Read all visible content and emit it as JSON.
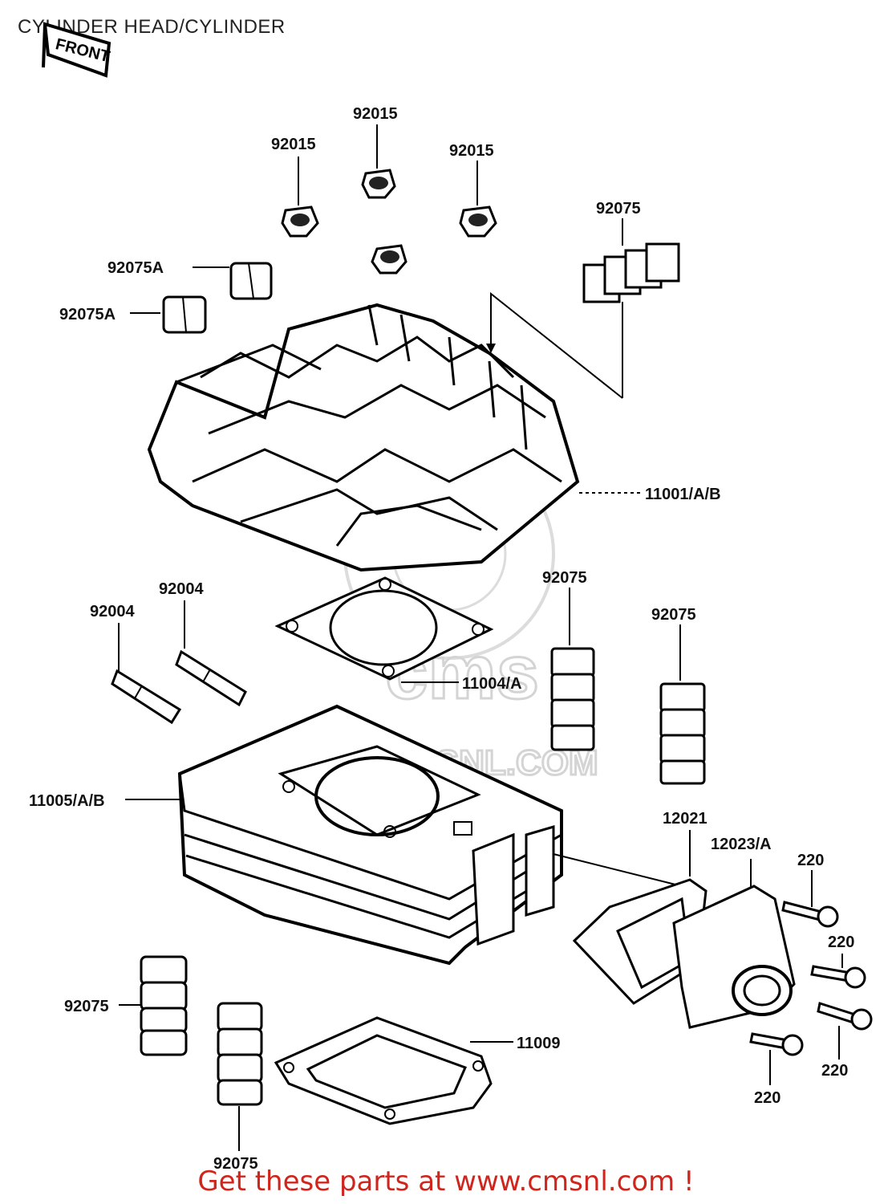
{
  "title": "CYLINDER HEAD/CYLINDER",
  "front_label": "FRONT",
  "watermark": {
    "logo": "cms",
    "url": "WWW.CMSNL.COM"
  },
  "footer": "Get these parts at www.cmsnl.com !",
  "parts": [
    {
      "id": "nut-top",
      "number": "92015"
    },
    {
      "id": "nut-left",
      "number": "92015"
    },
    {
      "id": "nut-right",
      "number": "92015"
    },
    {
      "id": "damper-right-top",
      "number": "92075"
    },
    {
      "id": "damper-a-1",
      "number": "92075A"
    },
    {
      "id": "damper-a-2",
      "number": "92075A"
    },
    {
      "id": "cylinder-head",
      "number": "11001/A/B"
    },
    {
      "id": "damper-mid-1",
      "number": "92075"
    },
    {
      "id": "damper-mid-2",
      "number": "92075"
    },
    {
      "id": "dowel-1",
      "number": "92004"
    },
    {
      "id": "dowel-2",
      "number": "92004"
    },
    {
      "id": "head-gasket",
      "number": "11004/A"
    },
    {
      "id": "cylinder",
      "number": "11005/A/B"
    },
    {
      "id": "reed-valve",
      "number": "12021"
    },
    {
      "id": "inlet-pipe",
      "number": "12023/A"
    },
    {
      "id": "screw-1",
      "number": "220"
    },
    {
      "id": "screw-2",
      "number": "220"
    },
    {
      "id": "screw-3",
      "number": "220"
    },
    {
      "id": "screw-4",
      "number": "220"
    },
    {
      "id": "damper-bottom-left",
      "number": "92075"
    },
    {
      "id": "base-gasket",
      "number": "11009"
    },
    {
      "id": "damper-bottom-mid",
      "number": "92075"
    }
  ]
}
